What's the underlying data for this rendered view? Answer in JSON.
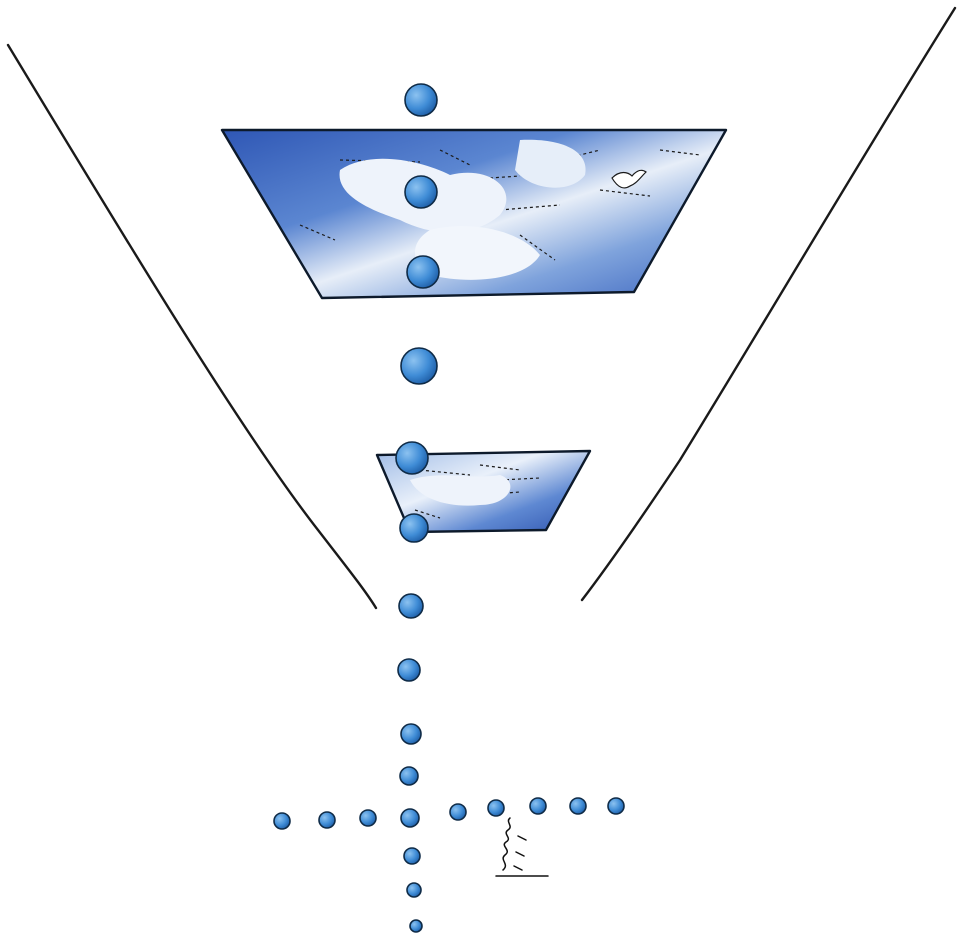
{
  "colors": {
    "paper": "#ffffff",
    "ink": "#1a1a1a",
    "sky_blue": "#3a6bc4",
    "sky_light": "#d7e3f4",
    "dot_blue": "#3f8cd6"
  },
  "scene": {
    "elements": [
      "converging-lines",
      "upper-sky-window",
      "lower-sky-window",
      "dot-column",
      "dot-row",
      "small-figure",
      "bird"
    ]
  }
}
